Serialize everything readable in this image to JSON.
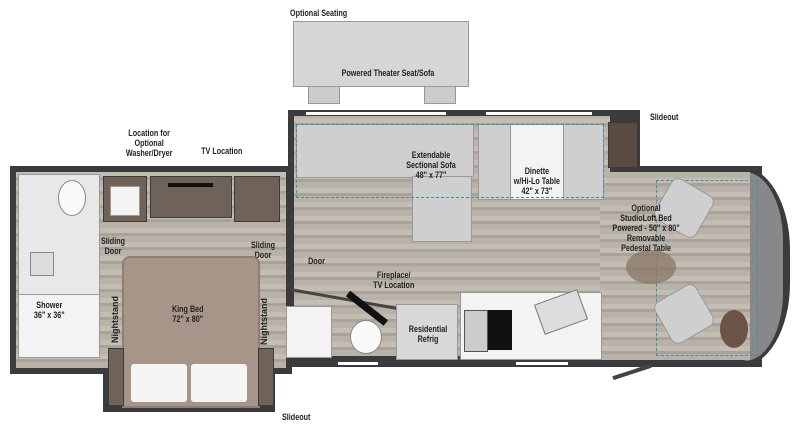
{
  "labels": {
    "optional_seating": "Optional Seating",
    "theater_seat": "Powered Theater Seat/Sofa",
    "slideout_top": "Slideout",
    "slideout_bottom": "Slideout",
    "washer_dryer": [
      "Location for",
      "Optional",
      "Washer/Dryer"
    ],
    "tv_location": "TV Location",
    "sliding_door_left": [
      "Sliding",
      "Door"
    ],
    "sliding_door_right": [
      "Sliding",
      "Door"
    ],
    "shower": [
      "Shower",
      "36\" x 36\""
    ],
    "king_bed": [
      "King Bed",
      "72\" x 80\""
    ],
    "nightstand_left": "Nightstand",
    "nightstand_right": "Nightstand",
    "door": "Door",
    "fireplace": [
      "Fireplace/",
      "TV Location"
    ],
    "refrig": [
      "Residential",
      "Refrig"
    ],
    "sofa": [
      "Extendable",
      "Sectional Sofa",
      "48\" x 77\""
    ],
    "dinette": [
      "Dinette",
      "w/Hi-Lo Table",
      "42\" x 73\""
    ],
    "studioloft": [
      "Optional",
      "StudioLoft Bed",
      "Powered - 50\" x 80\"",
      "Removable",
      "Pedestal Table"
    ]
  }
}
